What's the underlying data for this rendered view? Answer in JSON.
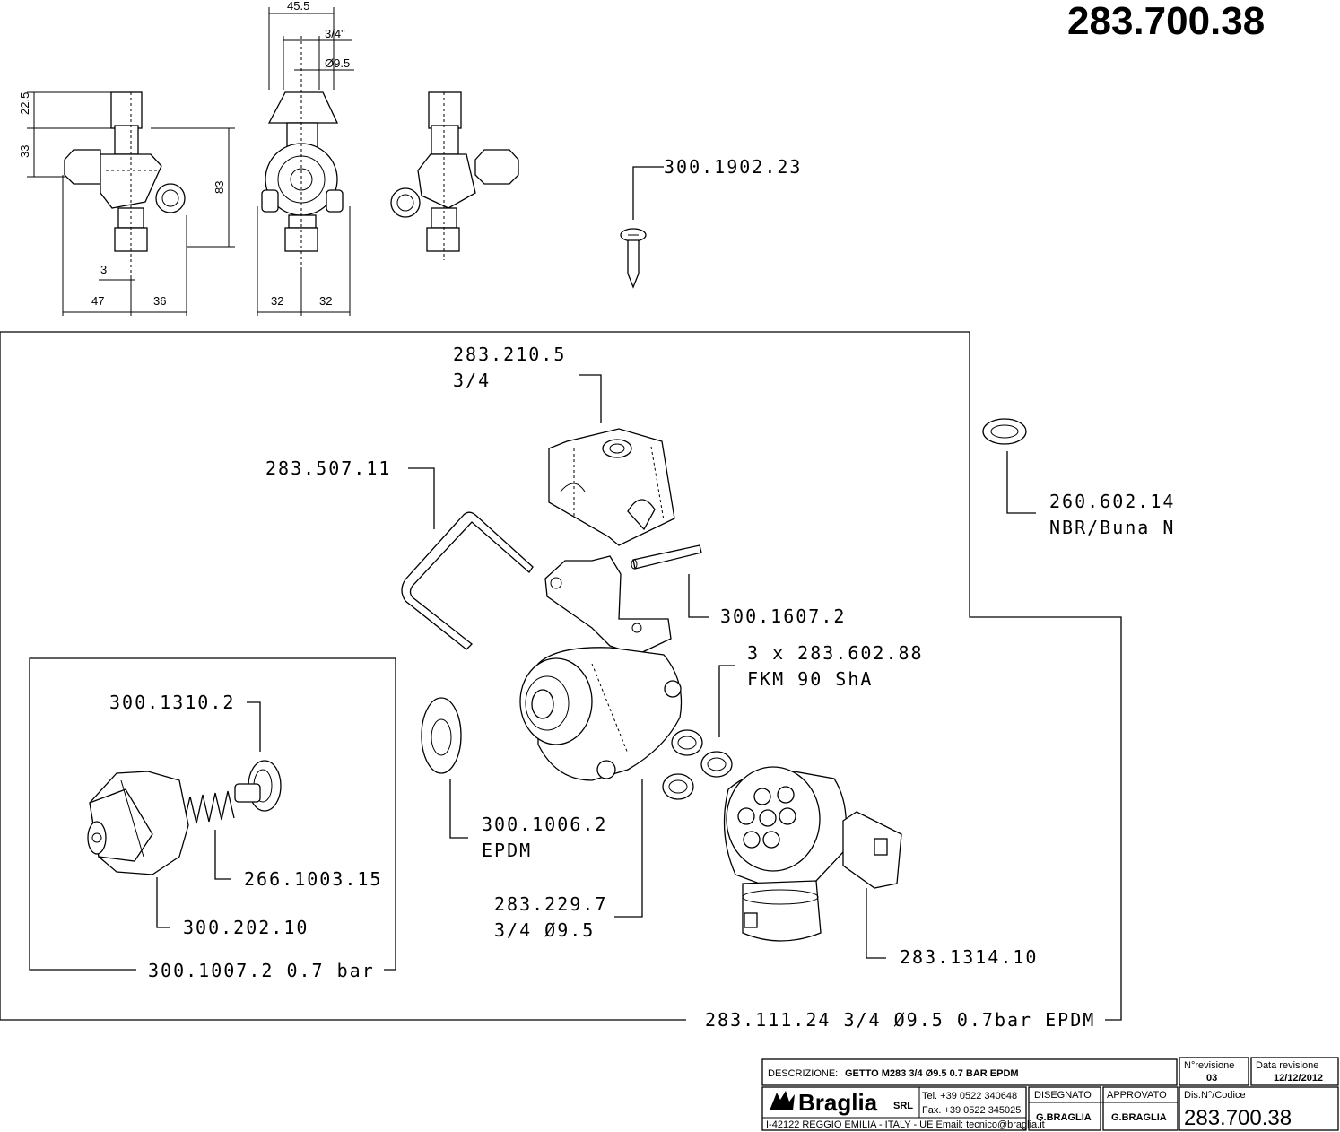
{
  "drawing_number": "283.700.38",
  "dimensions": {
    "d45_5": "45.5",
    "d3_4": "3/4\"",
    "dphi": "Ø9.5",
    "d22_5": "22.5",
    "d33": "33",
    "d83": "83",
    "d3": "3",
    "d47": "47",
    "d36": "36",
    "d32a": "32",
    "d32b": "32"
  },
  "parts": {
    "screw": "300.1902.23",
    "body_top_code": "283.210.5",
    "body_top_size": "3/4",
    "clip": "283.507.11",
    "oring_code": "260.602.14",
    "oring_material": "NBR/Buna N",
    "pin": "300.1607.2",
    "seals_code": "3 x 283.602.88",
    "seals_material": "FKM 90 ShA",
    "valve_stem": "300.1310.2",
    "spring": "266.1003.15",
    "cap": "300.202.10",
    "check_valve": "300.1007.2 0.7 bar",
    "diaphragm_code": "300.1006.2",
    "diaphragm_material": "EPDM",
    "body_code": "283.229.7",
    "body_size": "3/4 Ø9.5",
    "turret": "283.1314.10",
    "assembly": "283.111.24 3/4 Ø9.5 0.7bar EPDM"
  },
  "title_block": {
    "descr_label": "DESCRIZIONE:",
    "descr_value": "GETTO M283 3/4 Ø9.5 0.7 BAR EPDM",
    "rev_label": "N°revisione",
    "rev_value": "03",
    "date_label": "Data revisione",
    "date_value": "12/12/2012",
    "company": "Braglia",
    "company_suffix": "SRL",
    "tel": "Tel. +39 0522 340648",
    "fax": "Fax. +39 0522 345025",
    "address": "I-42122 REGGIO EMILIA - ITALY - UE Email: tecnico@braglia.it",
    "drawn_label": "DISEGNATO",
    "drawn_value": "G.BRAGLIA",
    "approved_label": "APPROVATO",
    "approved_value": "G.BRAGLIA",
    "code_label": "Dis.N°/Codice",
    "code_value": "283.700.38"
  }
}
